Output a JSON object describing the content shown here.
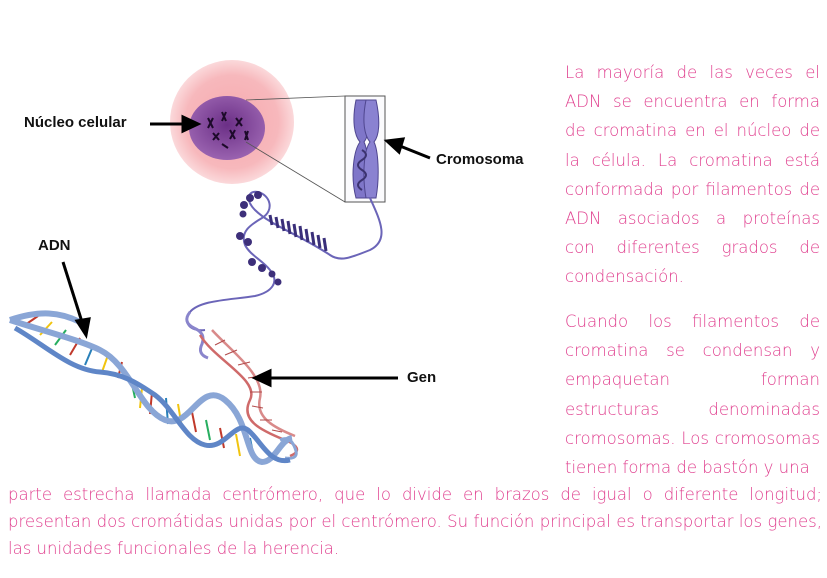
{
  "labels": {
    "nucleus": "Núcleo celular",
    "chromosome": "Cromosoma",
    "dna": "ADN",
    "gene": "Gen"
  },
  "text": {
    "p1": "La mayoría de las veces el ADN se encuentra en forma de cromatina en el núcleo de la célula. La cromatina está conformada por filamentos de ADN asociados a proteínas con diferentes grados de condensación.",
    "p2": "Cuando los filamentos de cromatina se condensan y empaquetan forman estructuras denominadas cromosomas. Los cromosomas tienen forma de bastón y una",
    "p3": "parte estrecha llamada centrómero, que lo divide en brazos de igual o diferente longitud; presentan dos cromátidas unidas por el centrómero. Su función principal es transportar los genes, las unidades funcionales de la herencia."
  },
  "colors": {
    "text_pink": "#e0408f",
    "cell": "#f7b3b8",
    "nucleus": "#7b3d93",
    "chromosome": "#7f76c9",
    "dna_backbone": "#8aa6d6",
    "gene": "#cf6a6a"
  }
}
